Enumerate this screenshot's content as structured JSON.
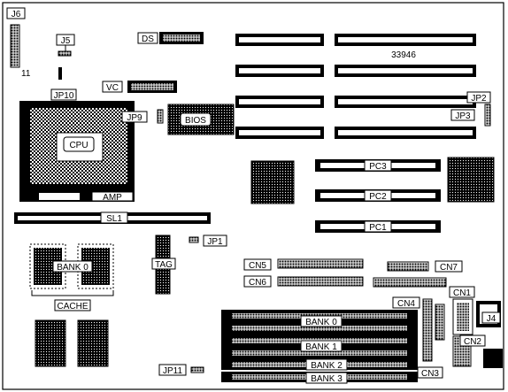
{
  "board_id": "33946",
  "labels": {
    "J6": "J6",
    "eleven": "11",
    "J5": "J5",
    "JP10": "JP10",
    "DS": "DS",
    "VC": "VC",
    "JP9": "JP9",
    "BIOS": "BIOS",
    "CPU": "CPU",
    "AMP": "AMP",
    "SL1": "SL1",
    "JP2": "JP2",
    "JP3": "JP3",
    "PC3": "PC3",
    "PC2": "PC2",
    "PC1": "PC1",
    "JP1": "JP1",
    "TAG": "TAG",
    "CACHE_BANK0": "BANK 0",
    "CACHE": "CACHE",
    "CN5": "CN5",
    "CN6": "CN6",
    "CN7": "CN7",
    "CN4": "CN4",
    "CN1": "CN1",
    "J4": "J4",
    "CN2": "CN2",
    "CN3": "CN3",
    "MEM_BANK0": "BANK 0",
    "MEM_BANK1": "BANK 1",
    "MEM_BANK2": "BANK 2",
    "MEM_BANK3": "BANK 3",
    "JP11": "JP11"
  }
}
